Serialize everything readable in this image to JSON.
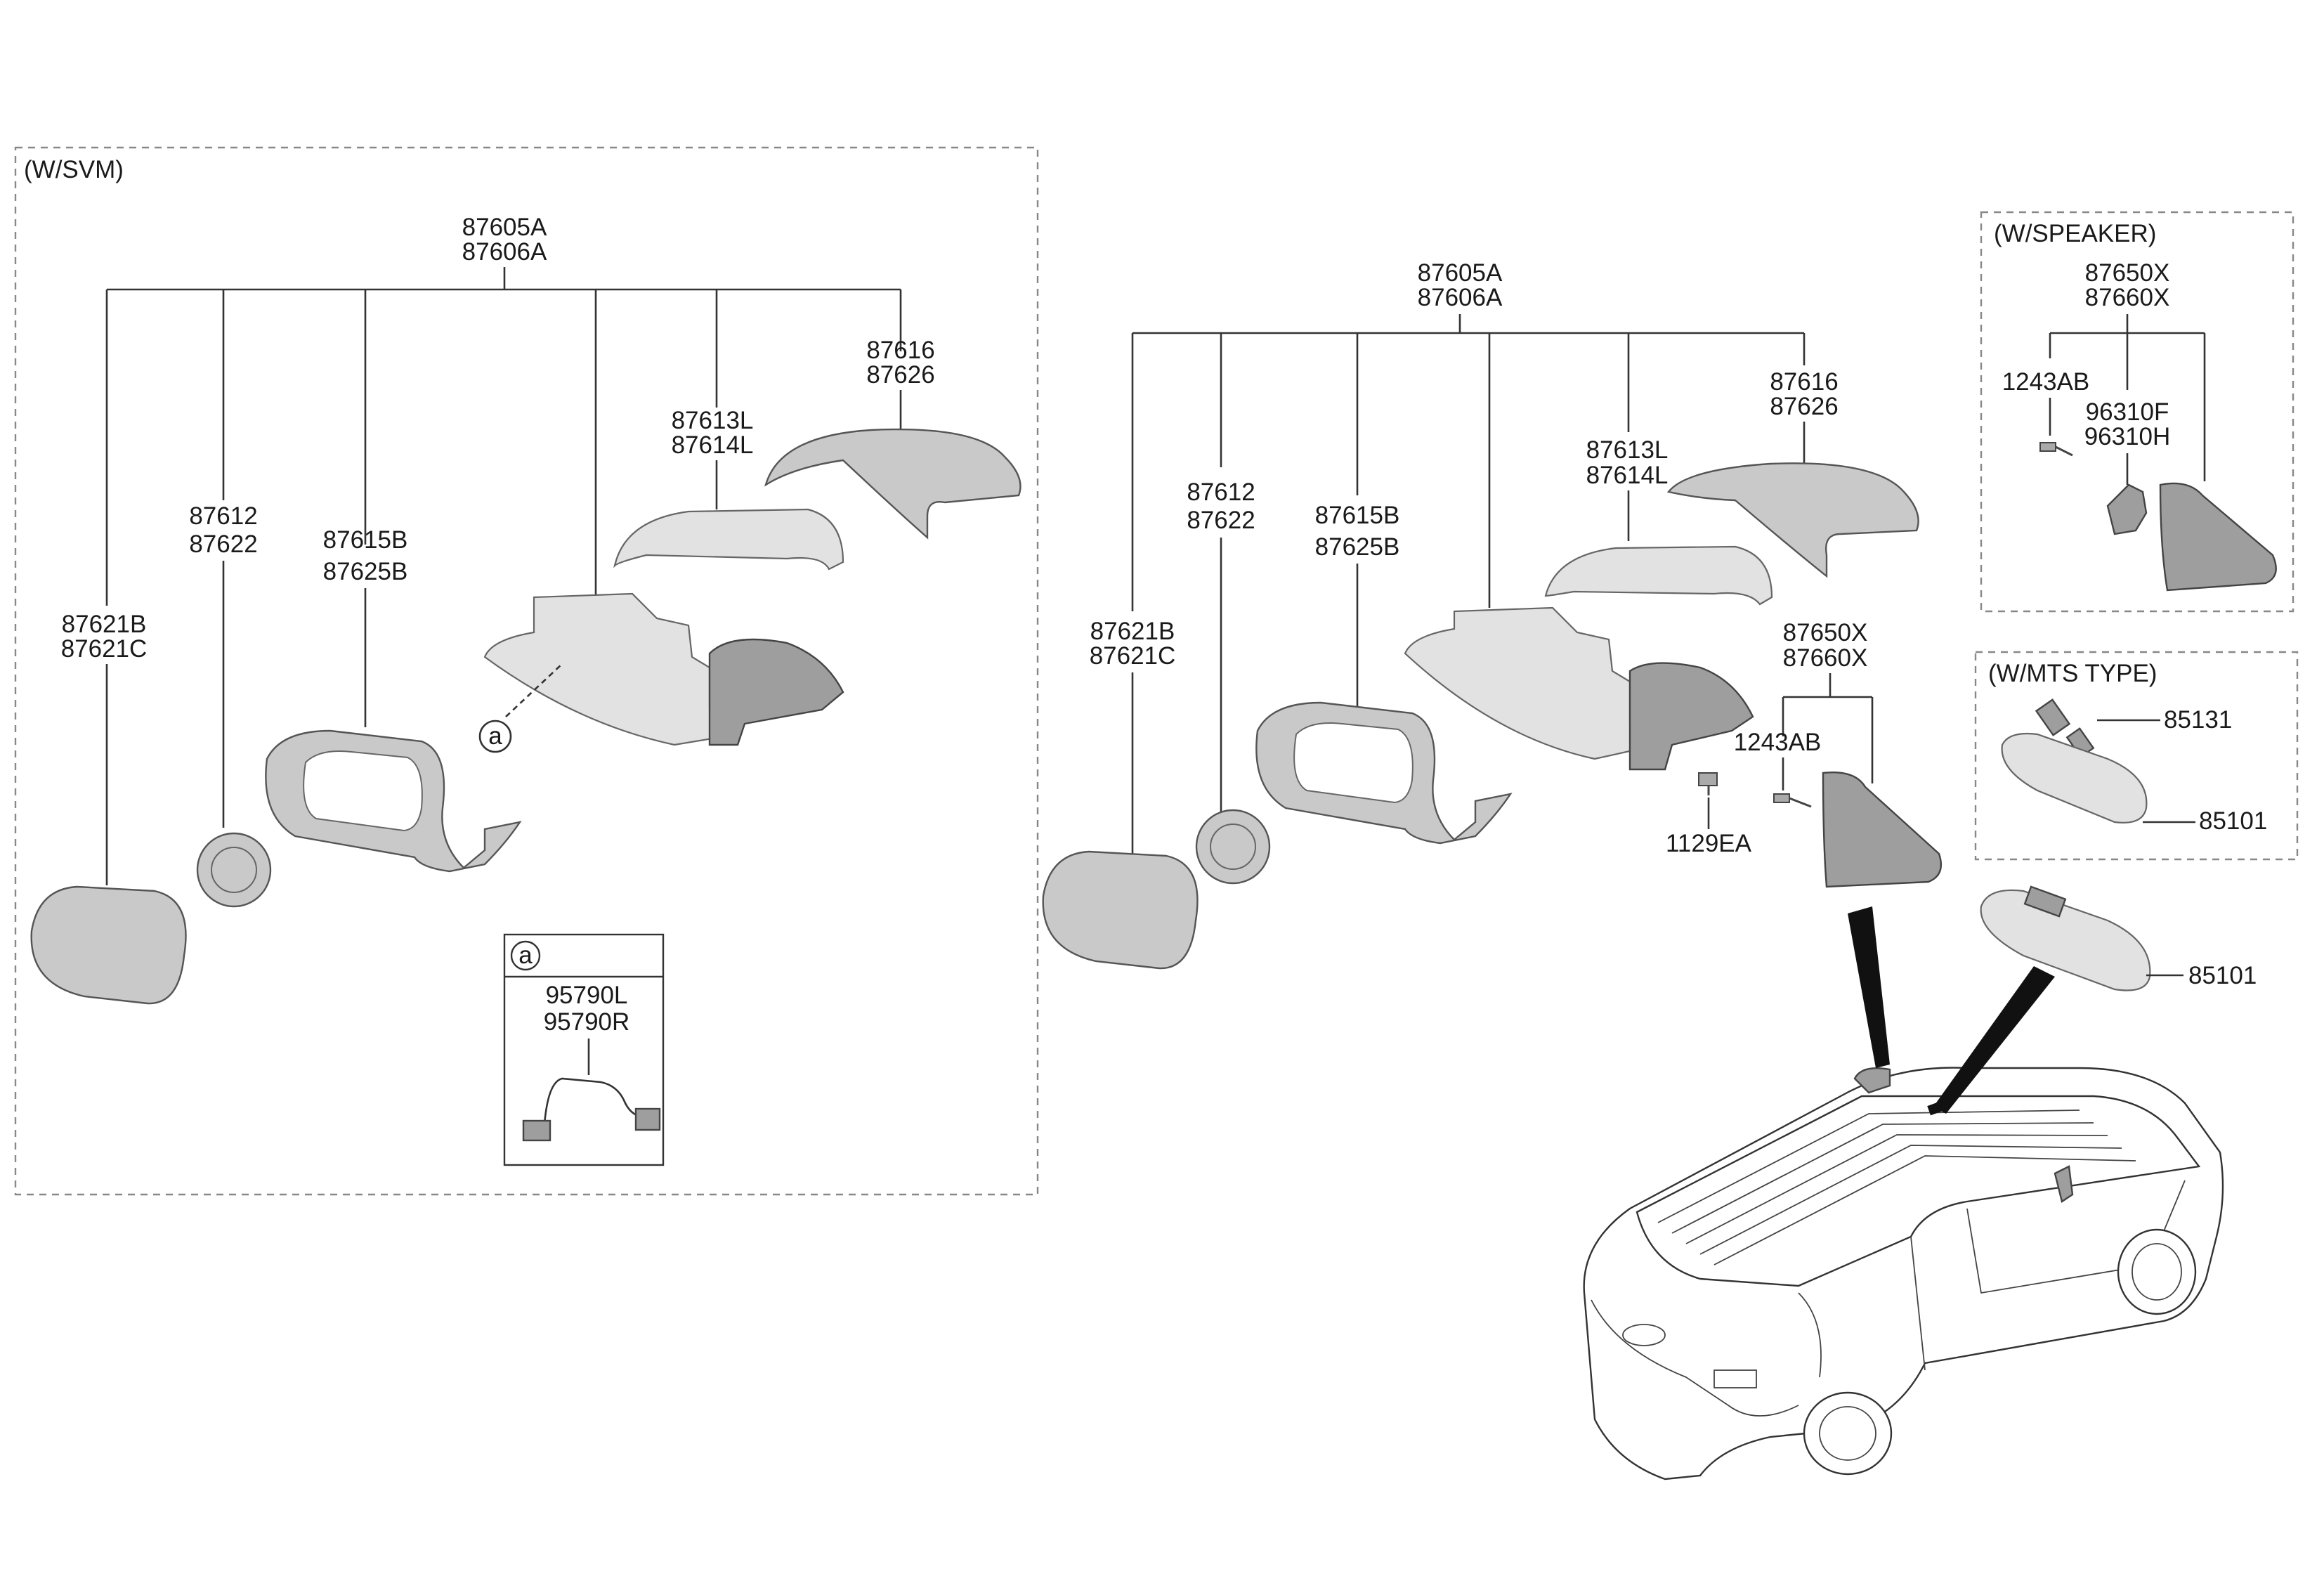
{
  "sections": {
    "svm": "(W/SVM)",
    "speaker": "(W/SPEAKER)",
    "mts": "(W/MTS TYPE)",
    "detail_a_tag": "a"
  },
  "svm_group": {
    "assy_1": "87605A",
    "assy_2": "87606A",
    "glass_1": "87621B",
    "glass_2": "87621C",
    "actuator_1": "87612",
    "actuator_2": "87622",
    "housing_1": "87615B",
    "housing_2": "87625B",
    "lamp_1": "87613L",
    "lamp_2": "87614L",
    "cap_1": "87616",
    "cap_2": "87626",
    "callout_a": "a",
    "harness_1": "95790L",
    "harness_2": "95790R"
  },
  "main_group": {
    "assy_1": "87605A",
    "assy_2": "87606A",
    "glass_1": "87621B",
    "glass_2": "87621C",
    "actuator_1": "87612",
    "actuator_2": "87622",
    "housing_1": "87615B",
    "housing_2": "87625B",
    "lamp_1": "87613L",
    "lamp_2": "87614L",
    "cap_1": "87616",
    "cap_2": "87626",
    "garnish_1": "87650X",
    "garnish_2": "87660X",
    "screw": "1243AB",
    "bolt": "1129EA"
  },
  "speaker_group": {
    "garnish_1": "87650X",
    "garnish_2": "87660X",
    "screw": "1243AB",
    "speaker_1": "96310F",
    "speaker_2": "96310H"
  },
  "mts_group": {
    "cover": "85131",
    "mirror": "85101"
  },
  "inside_mirror": "85101"
}
